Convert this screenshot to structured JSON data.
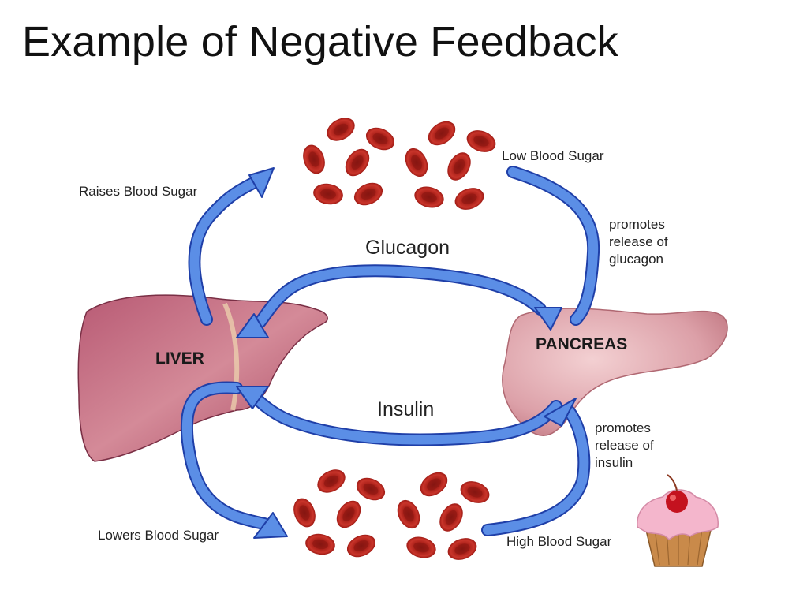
{
  "title": "Example of Negative Feedback",
  "labels": {
    "raises": "Raises Blood Sugar",
    "low": "Low Blood Sugar",
    "glucagon": "Glucagon",
    "insulin": "Insulin",
    "liver": "LIVER",
    "pancreas": "PANCREAS",
    "lowers": "Lowers Blood Sugar",
    "high": "High Blood Sugar",
    "promotes_glucagon": [
      "promotes",
      "release of",
      "glucagon"
    ],
    "promotes_insulin": [
      "promotes",
      "release of",
      "insulin"
    ]
  },
  "icons": {
    "cells_top": "red-blood-cells-icon",
    "cells_bottom": "red-blood-cells-icon",
    "liver": "liver-icon",
    "pancreas": "pancreas-icon",
    "cupcake": "cupcake-icon"
  },
  "colors": {
    "arrow": "#5b8ee6",
    "arrow_edge": "#1f3fa8",
    "cell": "#b8261f",
    "liver": "#c9788a",
    "pancreas": "#e0aab0"
  }
}
